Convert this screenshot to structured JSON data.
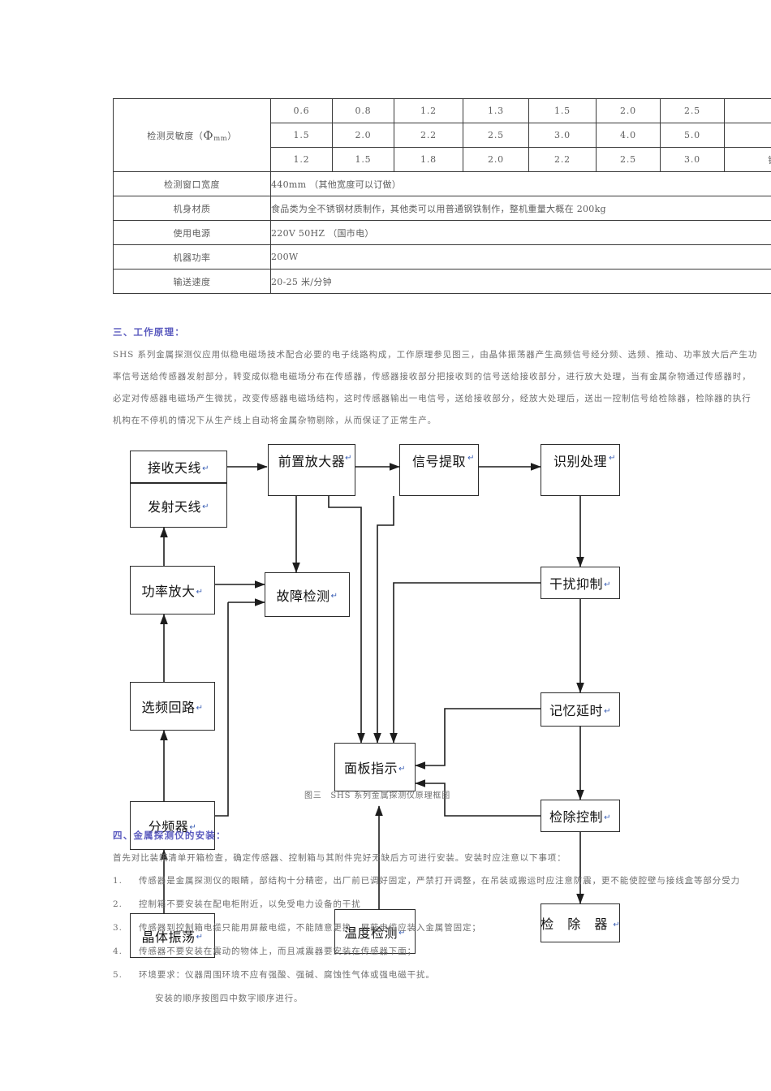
{
  "spec_table": {
    "sensitivity_label_prefix": "检测灵敏度（",
    "sensitivity_label_phi": "Φ",
    "sensitivity_label_unit": "mm",
    "sensitivity_label_suffix": "）",
    "sensitivity_rows": [
      [
        "0.6",
        "0.8",
        "1.2",
        "1.3",
        "1.5",
        "2.0",
        "2.5",
        ""
      ],
      [
        "1.5",
        "2.0",
        "2.2",
        "2.5",
        "3.0",
        "4.0",
        "5.0",
        ""
      ],
      [
        "1.2",
        "1.5",
        "1.8",
        "2.0",
        "2.2",
        "2.5",
        "3.0",
        "铝"
      ]
    ],
    "rows": [
      {
        "label": "检测窗口宽度",
        "value": "440mm     （其他宽度可以订做）"
      },
      {
        "label": "机身材质",
        "value": "食品类为全不锈钢材质制作，其他类可以用普通钢铁制作，整机重量大概在 200kg"
      },
      {
        "label": "使用电源",
        "value": "220V   50HZ   （国市电）"
      },
      {
        "label": "机器功率",
        "value": "200W"
      },
      {
        "label": "输送速度",
        "value": "20-25 米/分钟"
      }
    ]
  },
  "section3": {
    "heading": "三、工作原理：",
    "lines": [
      "SHS 系列金属探测仪应用似稳电磁场技术配合必要的电子线路构成，工作原理参见图三，由晶体振荡器产生高频信号经分频、选频、推动、功率放大后产生功",
      "率信号送给传感器发射部分，转变成似稳电磁场分布在传感器，传感器接收部分把接收到的信号送给接收部分，进行放大处理，当有金属杂物通过传感器时，",
      "必定对传感器电磁场产生微扰，改变传感器电磁场结构，这时传感器输出一电信号，送给接收部分，经放大处理后，送出一控制信号给检除器，检除器的执行",
      "机构在不停机的情况下从生产线上自动将金属杂物剔除，从而保证了正常生产。"
    ]
  },
  "flowchart": {
    "caption": "图三　SHS 系列金属探测仪原理框图",
    "pilcrow": "↵",
    "boxes": [
      {
        "id": "recv-antenna",
        "label": "接收天线"
      },
      {
        "id": "xmit-antenna",
        "label": "发射天线"
      },
      {
        "id": "preamp",
        "label": "前置放大器"
      },
      {
        "id": "signal-extract",
        "label": "信号提取"
      },
      {
        "id": "identify",
        "label": "识别处理"
      },
      {
        "id": "power-amp",
        "label": "功率放大"
      },
      {
        "id": "fault-detect",
        "label": "故障检测"
      },
      {
        "id": "interference",
        "label": "干扰抑制"
      },
      {
        "id": "freq-select",
        "label": "选频回路"
      },
      {
        "id": "memory-delay",
        "label": "记忆延时"
      },
      {
        "id": "panel-display",
        "label": "面板指示"
      },
      {
        "id": "divider",
        "label": "分频器"
      },
      {
        "id": "reject-ctrl",
        "label": "检除控制"
      },
      {
        "id": "crystal-osc",
        "label": "晶体振荡"
      },
      {
        "id": "temp-detect",
        "label": "温度检测"
      },
      {
        "id": "rejector",
        "label": "检 除 器"
      }
    ]
  },
  "section4": {
    "heading": "四、金属探测仪的安装：",
    "intro": "首先对比装箱清单开箱检查，确定传感器、控制箱与其附件完好无缺后方可进行安装。安装时应注意以下事项：",
    "items": [
      {
        "num": "1.",
        "text": "传感器是金属探测仪的眼睛，部结构十分精密，出厂前已调好固定，严禁打开调整，在吊装或搬运时应注意防震，更不能使腔壁与接线盒等部分受力"
      },
      {
        "num": "2.",
        "text": "控制箱不要安装在配电柜附近，以免受电力设备的干扰"
      },
      {
        "num": "3.",
        "text": "传感器到控制箱电缆只能用屏蔽电缆，不能随意更换，屏蔽电缆应装入金属管固定；"
      },
      {
        "num": "4.",
        "text": "传感器不要安装在震动的物体上，而且减震器要安装在传感器下面；"
      },
      {
        "num": "5.",
        "text": "环境要求：仪器周围环境不应有强酸、强碱、腐蚀性气体或强电磁干扰。"
      }
    ],
    "closing": "安装的顺序按图四中数字顺序进行。"
  },
  "colors": {
    "heading": "#5b5bbf",
    "body_text": "#6f6f6f",
    "table_border": "#3a3a3a",
    "flow_line": "#2b2b2b",
    "pilcrow": "#3b5fb5"
  }
}
